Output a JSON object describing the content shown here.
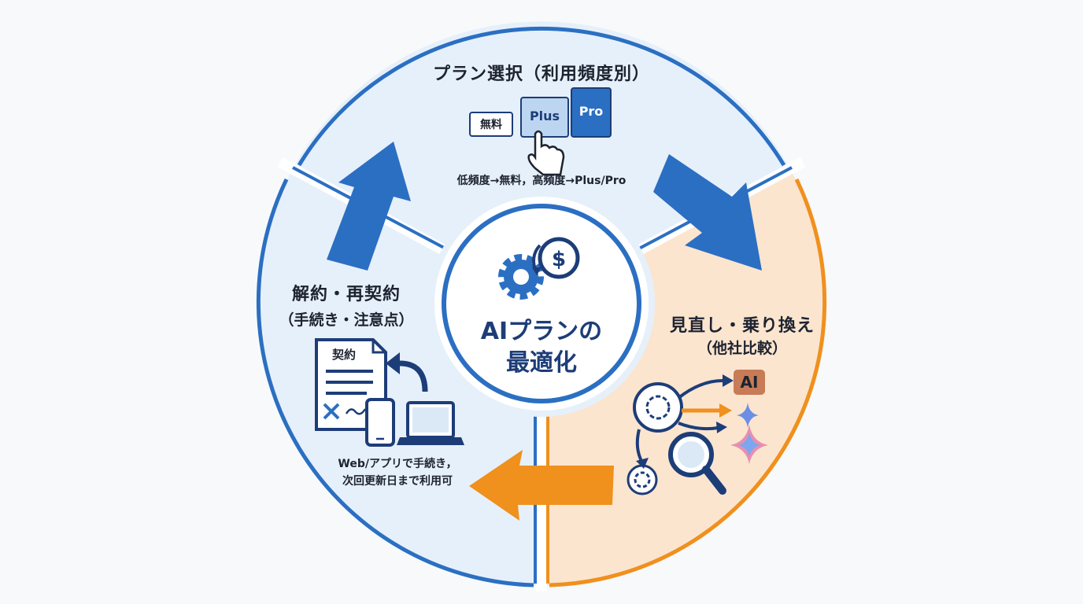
{
  "center": {
    "line1": "AIプランの",
    "line2": "最適化"
  },
  "segments": {
    "plan": {
      "title": "プラン選択（利用頻度別）",
      "tier_free": "無料",
      "tier_plus": "Plus",
      "tier_pro": "Pro",
      "note": "低頻度→無料，高頻度→Plus/Pro"
    },
    "review": {
      "title": "見直し・乗り換え",
      "subtitle": "（他社比較）",
      "ai_logo_text": "AI"
    },
    "cancel": {
      "title": "解約・再契約",
      "subtitle": "（手続き・注意点）",
      "doc_label": "契約",
      "note_line1": "Web/アプリで手続き，",
      "note_line2": "次回更新日まで利用可"
    }
  },
  "colors": {
    "blue": "#2b6fc2",
    "light_blue": "#e6f0fa",
    "orange": "#f0901d",
    "light_orange": "#fbe5cf",
    "navy": "#1d3d78"
  },
  "icons": [
    "gear-dollar-icon",
    "hand-pointer-icon",
    "openai-icon",
    "magnifier-icon",
    "anthropic-icon",
    "gemini-icon",
    "sparkle-icon",
    "document-icon",
    "undo-arrow-icon",
    "smartphone-icon",
    "laptop-icon"
  ]
}
